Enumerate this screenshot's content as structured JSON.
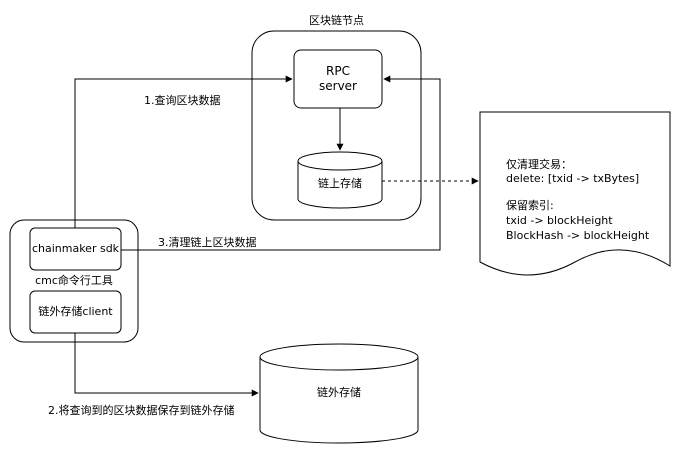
{
  "node": {
    "title": "区块链节点",
    "rpc_line1": "RPC",
    "rpc_line2": "server",
    "onchain_storage": "链上存储"
  },
  "tool": {
    "title": "cmc命令行工具",
    "sdk": "chainmaker sdk",
    "offchain_client": "链外存储client"
  },
  "offchain_db": {
    "label": "链外存储"
  },
  "edges": {
    "query": "1.查询区块数据",
    "save": "2.将查询到的区块数据保存到链外存储",
    "clean": "3.清理链上区块数据"
  },
  "note": {
    "line1": "仅清理交易：",
    "line2": "delete: [txid -> txBytes]",
    "line3": "保留索引:",
    "line4": "txid -> blockHeight",
    "line5": "BlockHash -> blockHeight"
  },
  "colors": {
    "stroke": "#000000",
    "fill": "#ffffff"
  }
}
